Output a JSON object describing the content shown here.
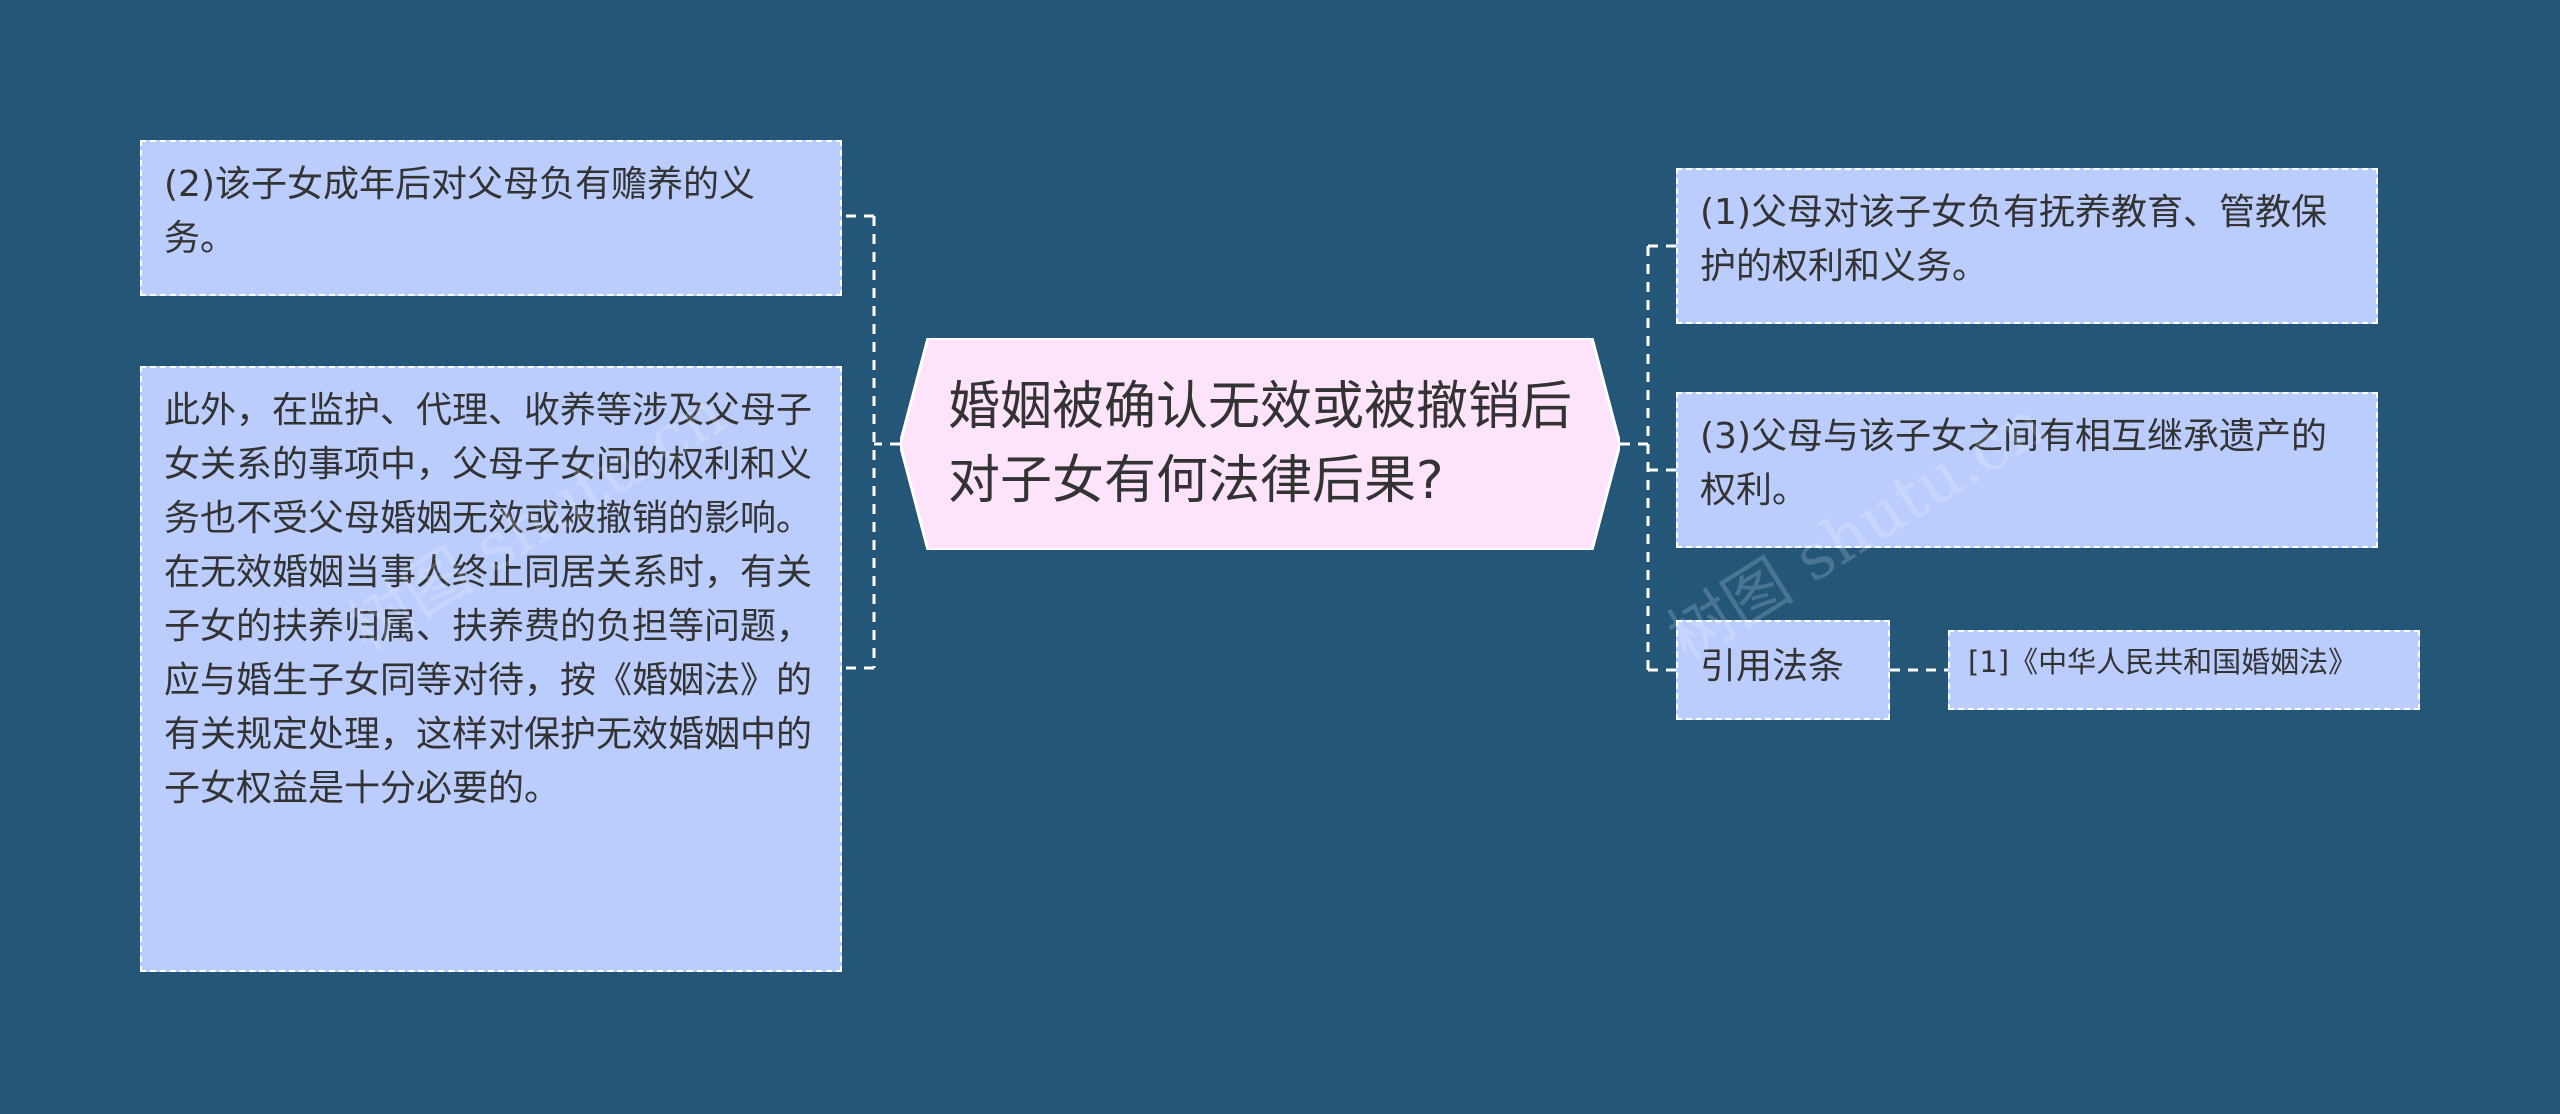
{
  "center": {
    "title": "婚姻被确认无效或被撤销后对子女有何法律后果?"
  },
  "left_nodes": [
    {
      "text": "(2)该子女成年后对父母负有赡养的义务。"
    },
    {
      "text": "此外，在监护、代理、收养等涉及父母子女关系的事项中，父母子女间的权利和义务也不受父母婚姻无效或被撤销的影响。在无效婚姻当事人终止同居关系时，有关子女的扶养归属、扶养费的负担等问题，应与婚生子女同等对待，按《婚姻法》的有关规定处理，这样对保护无效婚姻中的子女权益是十分必要的。"
    }
  ],
  "right_nodes": [
    {
      "text": "(1)父母对该子女负有抚养教育、管教保护的权利和义务。"
    },
    {
      "text": "(3)父母与该子女之间有相互继承遗产的权利。"
    },
    {
      "text": "引用法条"
    }
  ],
  "citation": {
    "text": "[1]《中华人民共和国婚姻法》"
  },
  "watermarks": [
    "树图 shutu.cn",
    "树图 shutu.cn"
  ],
  "colors": {
    "background": "#235677",
    "node_fill": "#bbcdfd",
    "center_fill": "#fde4fb",
    "connector": "#ffffff"
  }
}
